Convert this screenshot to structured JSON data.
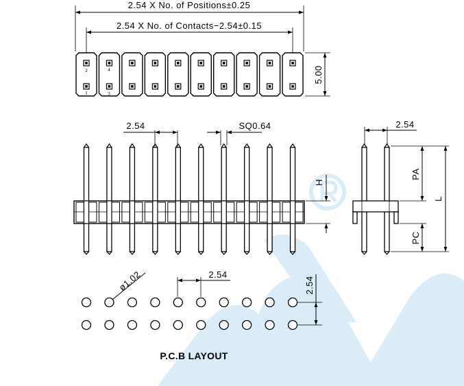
{
  "top_view": {
    "dim_positions": "2.54 X No. of Positions±0.25",
    "dim_contacts": "2.54 X No. of Contacts−2.54±0.15",
    "dim_height": "5.00",
    "pin_numbers": [
      "2",
      "4",
      "1",
      "3"
    ]
  },
  "front_view": {
    "dim_pitch": "2.54",
    "dim_square": "SQ0.64",
    "dim_h": "H"
  },
  "side_view": {
    "dim_pitch": "2.54",
    "label_pa": "PA",
    "label_pc": "PC",
    "label_l": "L"
  },
  "pcb_layout": {
    "dim_diameter": "ø1.02",
    "dim_pitch_h": "2.54",
    "dim_pitch_v": "2.54",
    "title": "P.C.B LAYOUT",
    "rows": 2,
    "columns": 10
  },
  "colors": {
    "line": "#000000",
    "watermark": "#d9ecf8"
  }
}
